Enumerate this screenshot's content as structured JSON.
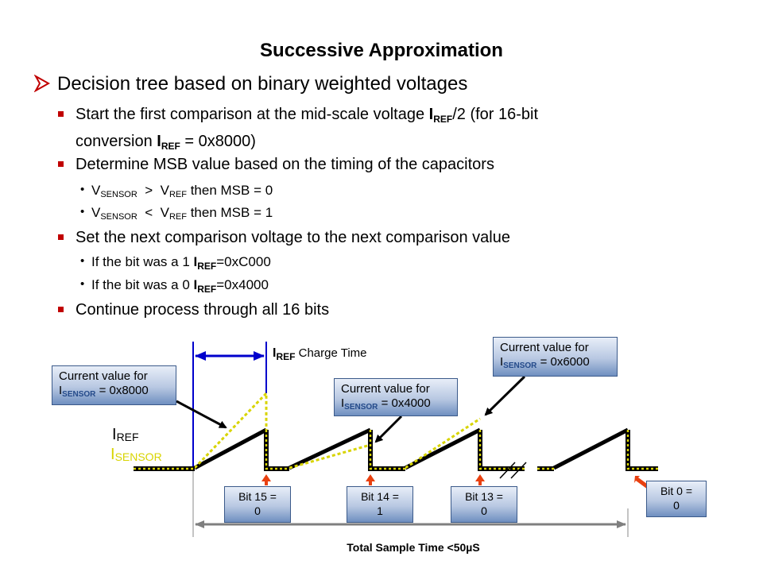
{
  "title": "Successive Approximation",
  "bullets": {
    "b1": "Decision tree based on binary weighted voltages",
    "b1a": {
      "t1": "Start the first comparison at the mid-scale voltage ",
      "iref": "I",
      "iref_sub": "REF",
      "t2": "/2 (for 16-bit",
      "t3": "conversion ",
      "iref2": "I",
      "iref2_sub": "REF",
      "t4": " = 0x8000)"
    },
    "b1b": "Determine MSB value based on the timing of the capacitors",
    "b1b_i": {
      "v1": "V",
      "v1_sub": "SENSOR",
      "op1": "  >  ",
      "v2": "V",
      "v2_sub": "REF",
      "t1": " then MSB = 0"
    },
    "b1b_ii": {
      "v1": "V",
      "v1_sub": "SENSOR",
      "op1": "  <  ",
      "v2": "V",
      "v2_sub": "REF",
      "t1": " then MSB = 1"
    },
    "b1c": "Set the next comparison voltage to the next comparison value",
    "b1c_i": {
      "t1": "If the bit was a 1 ",
      "i": "I",
      "i_sub": "REF",
      "t2": "=0xC000"
    },
    "b1c_ii": {
      "t1": "If the bit was a 0 ",
      "i": "I",
      "i_sub": "REF",
      "t2": "=0x4000"
    },
    "b1d": "Continue process through all 16 bits"
  },
  "diagram": {
    "charge_i": "I",
    "charge_sub": "REF",
    "charge_text": " Charge Time",
    "iref_label": "I",
    "iref_label_sub": "REF",
    "isensor_label": "I",
    "isensor_label_sub": "SENSOR",
    "callouts": [
      {
        "line1": "Current value for",
        "i": "I",
        "sub": "SENSOR",
        "val": " = 0x8000"
      },
      {
        "line1": "Current value for",
        "i": "I",
        "sub": "SENSOR",
        "val": " = 0x4000"
      },
      {
        "line1": "Current value for",
        "i": "I",
        "sub": "SENSOR",
        "val": " = 0x6000"
      }
    ],
    "bits": [
      {
        "line1": "Bit 15 =",
        "line2": "0"
      },
      {
        "line1": "Bit 14 =",
        "line2": "1"
      },
      {
        "line1": "Bit 13 =",
        "line2": "0"
      },
      {
        "line1": "Bit 0 =",
        "line2": "0"
      }
    ],
    "total": "Total Sample Time <50µS"
  },
  "colors": {
    "bullet_arrow": "#c00000",
    "bullet_square": "#c00000",
    "isensor": "#d8d400",
    "arrow_blue": "#0000cc",
    "arrow_red": "#e84010"
  }
}
